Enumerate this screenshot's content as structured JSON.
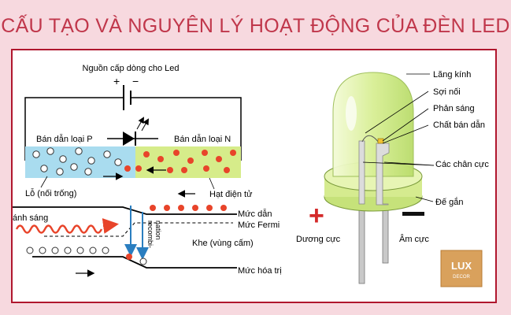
{
  "title": "CẤU TẠO VÀ NGUYÊN LÝ HOẠT ĐỘNG CỦA ĐÈN LED",
  "circuit": {
    "source_label": "Nguồn cấp dòng cho Led",
    "plus": "+",
    "minus": "−",
    "p_type_label": "Bán dẫn loại P",
    "n_type_label": "Bán dẫn loại N",
    "hole_label": "Lỗ (nối trống)",
    "electron_label": "Hạt điện tử"
  },
  "band": {
    "light_label": "ánh sáng",
    "recombination_label": "recombi-\nnation",
    "recombi": "recombi-",
    "nation": "nation",
    "conduction_label": "Mức dẫn",
    "fermi_label": "Mức Fermi",
    "gap_label": "Khe (vùng cấm)",
    "valence_label": "Mức hóa trị"
  },
  "led": {
    "lens_label": "Lăng kính",
    "wire_label": "Sợi nối",
    "reflector_label": "Phản sáng",
    "chip_label": "Chất bán dẫn",
    "leads_label": "Các chân cực",
    "base_label": "Đế gắn",
    "anode_label": "Dương cực",
    "cathode_label": "Âm cực",
    "plus": "+",
    "minus": "−"
  },
  "logo": {
    "brand": "LUX",
    "sub": "DECOR"
  },
  "colors": {
    "title": "#c0374b",
    "border": "#b0172e",
    "background": "#f7d9df",
    "p_region": "#a9dcef",
    "n_region": "#d6ec8a",
    "electron": "#e8442a",
    "band_arrow": "#2a7ec0",
    "light_wave": "#e8442a",
    "led_body": "#dff0a8",
    "plus_sign": "#d42a2a",
    "logo": "#d9a15c"
  }
}
